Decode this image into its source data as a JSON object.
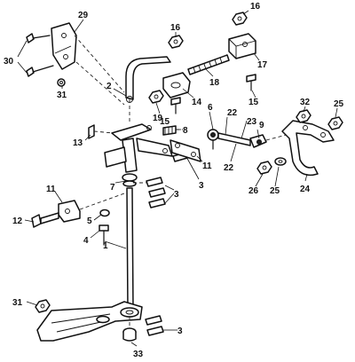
{
  "callouts": {
    "c1": "1",
    "c2": "2",
    "c3a": "3",
    "c3b": "3",
    "c3c": "3",
    "c4": "4",
    "c5": "5",
    "c6": "6",
    "c7": "7",
    "c8": "8",
    "c9": "9",
    "c11a": "11",
    "c11b": "11",
    "c12": "12",
    "c13": "13",
    "c14": "14",
    "c15a": "15",
    "c15b": "15",
    "c16a": "16",
    "c16b": "16",
    "c17": "17",
    "c18": "18",
    "c19": "19",
    "c22a": "22",
    "c22b": "22",
    "c23": "23",
    "c24": "24",
    "c25a": "25",
    "c25b": "25",
    "c26": "26",
    "c29": "29",
    "c30": "30",
    "c31a": "31",
    "c31b": "31",
    "c32": "32",
    "c33": "33"
  }
}
